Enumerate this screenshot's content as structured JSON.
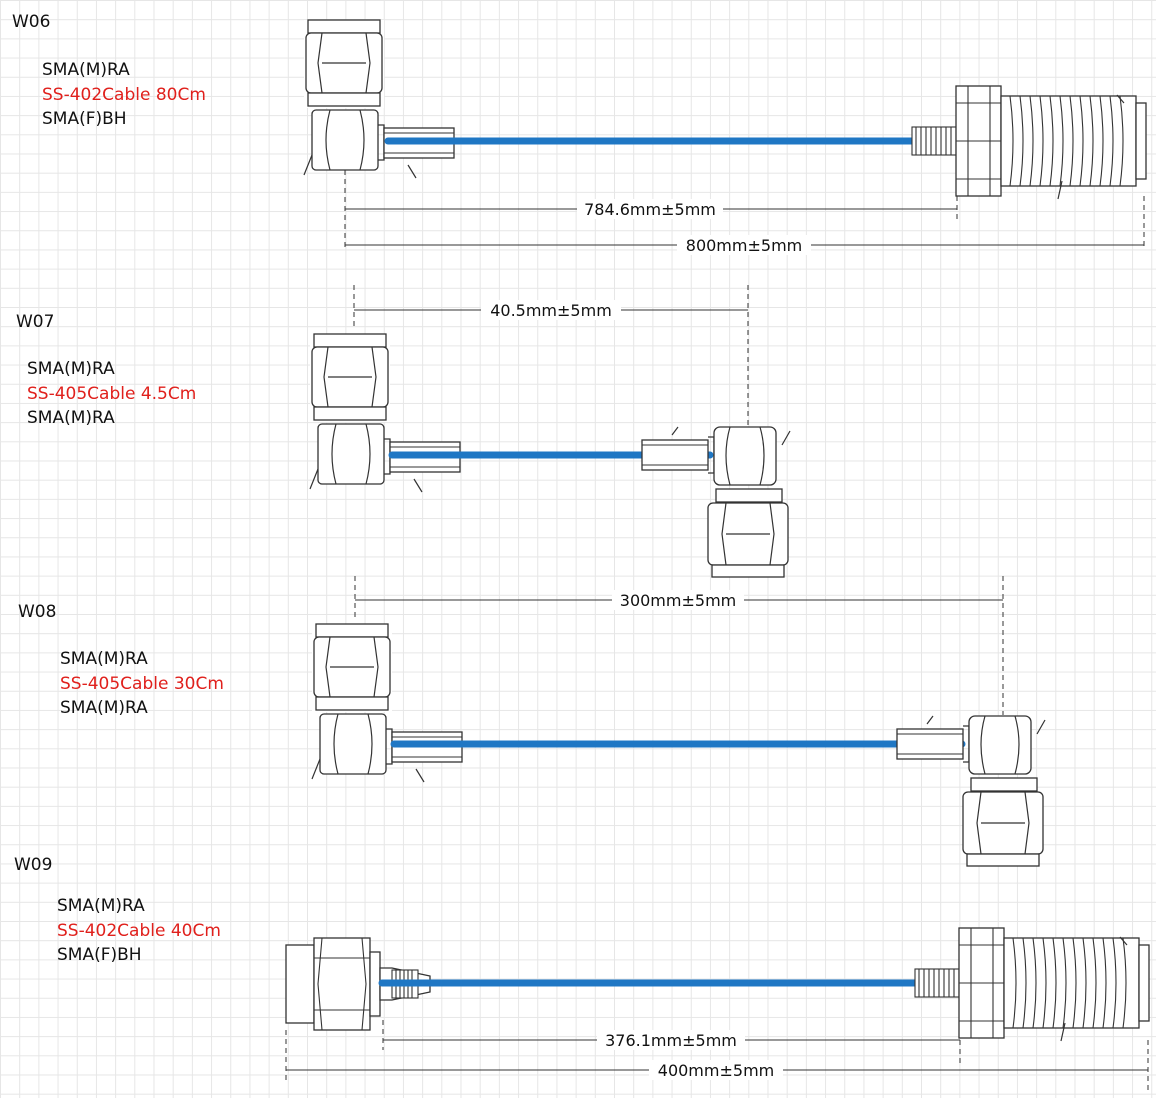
{
  "assemblies": [
    {
      "id": "W06",
      "connector_a": "SMA(M)RA",
      "cable": "SS-402Cable 80Cm",
      "connector_b": "SMA(F)BH",
      "dims": [
        "784.6mm±5mm",
        "800mm±5mm"
      ]
    },
    {
      "id": "W07",
      "connector_a": "SMA(M)RA",
      "cable": "SS-405Cable 4.5Cm",
      "connector_b": "SMA(M)RA",
      "dims": [
        "40.5mm±5mm"
      ]
    },
    {
      "id": "W08",
      "connector_a": "SMA(M)RA",
      "cable": "SS-405Cable 30Cm",
      "connector_b": "SMA(M)RA",
      "dims": [
        "300mm±5mm"
      ]
    },
    {
      "id": "W09",
      "connector_a": "SMA(M)RA",
      "cable": "SS-402Cable 40Cm",
      "connector_b": "SMA(F)BH",
      "dims": [
        "376.1mm±5mm",
        "400mm±5mm"
      ]
    }
  ],
  "colors": {
    "cable": "#1f77c4",
    "cable_spec_text": "#e0201c",
    "outline": "#333333"
  }
}
